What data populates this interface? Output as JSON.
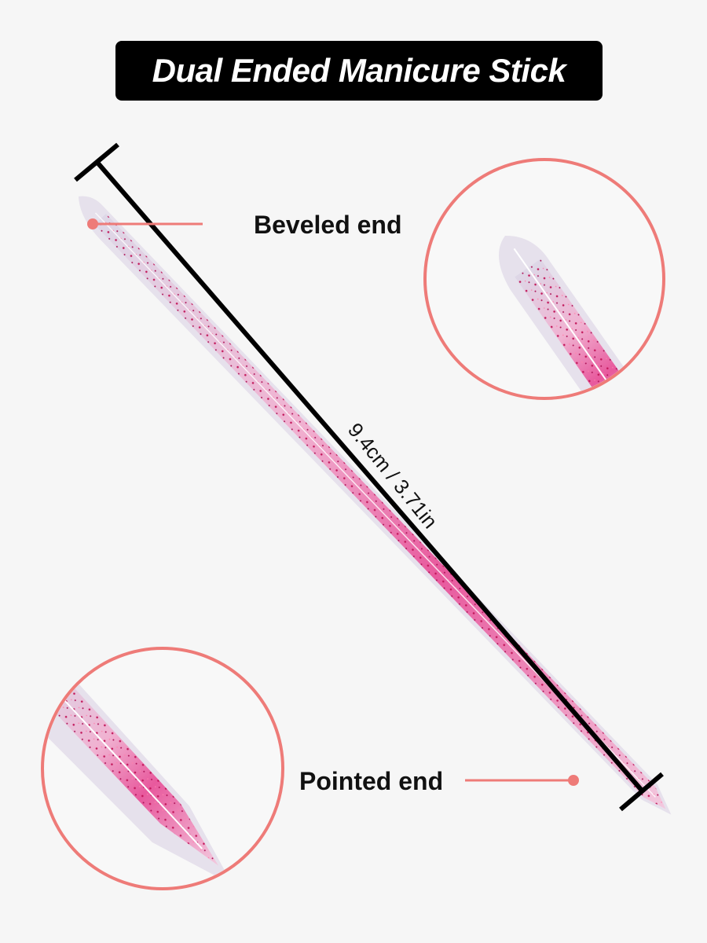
{
  "title": "Dual Ended Manicure Stick",
  "labels": {
    "beveled_end": "Beveled end",
    "pointed_end": "Pointed end",
    "measurement": "9.4cm / 3.71in"
  },
  "colors": {
    "background": "#f6f6f6",
    "title_bg": "#000000",
    "title_text": "#ffffff",
    "accent_line": "#ee7b78",
    "stick_pink": "#e8418f",
    "stick_clear": "#e9e4ef"
  },
  "zoom_views": [
    {
      "name": "beveled-end-closeup"
    },
    {
      "name": "pointed-end-closeup"
    }
  ]
}
